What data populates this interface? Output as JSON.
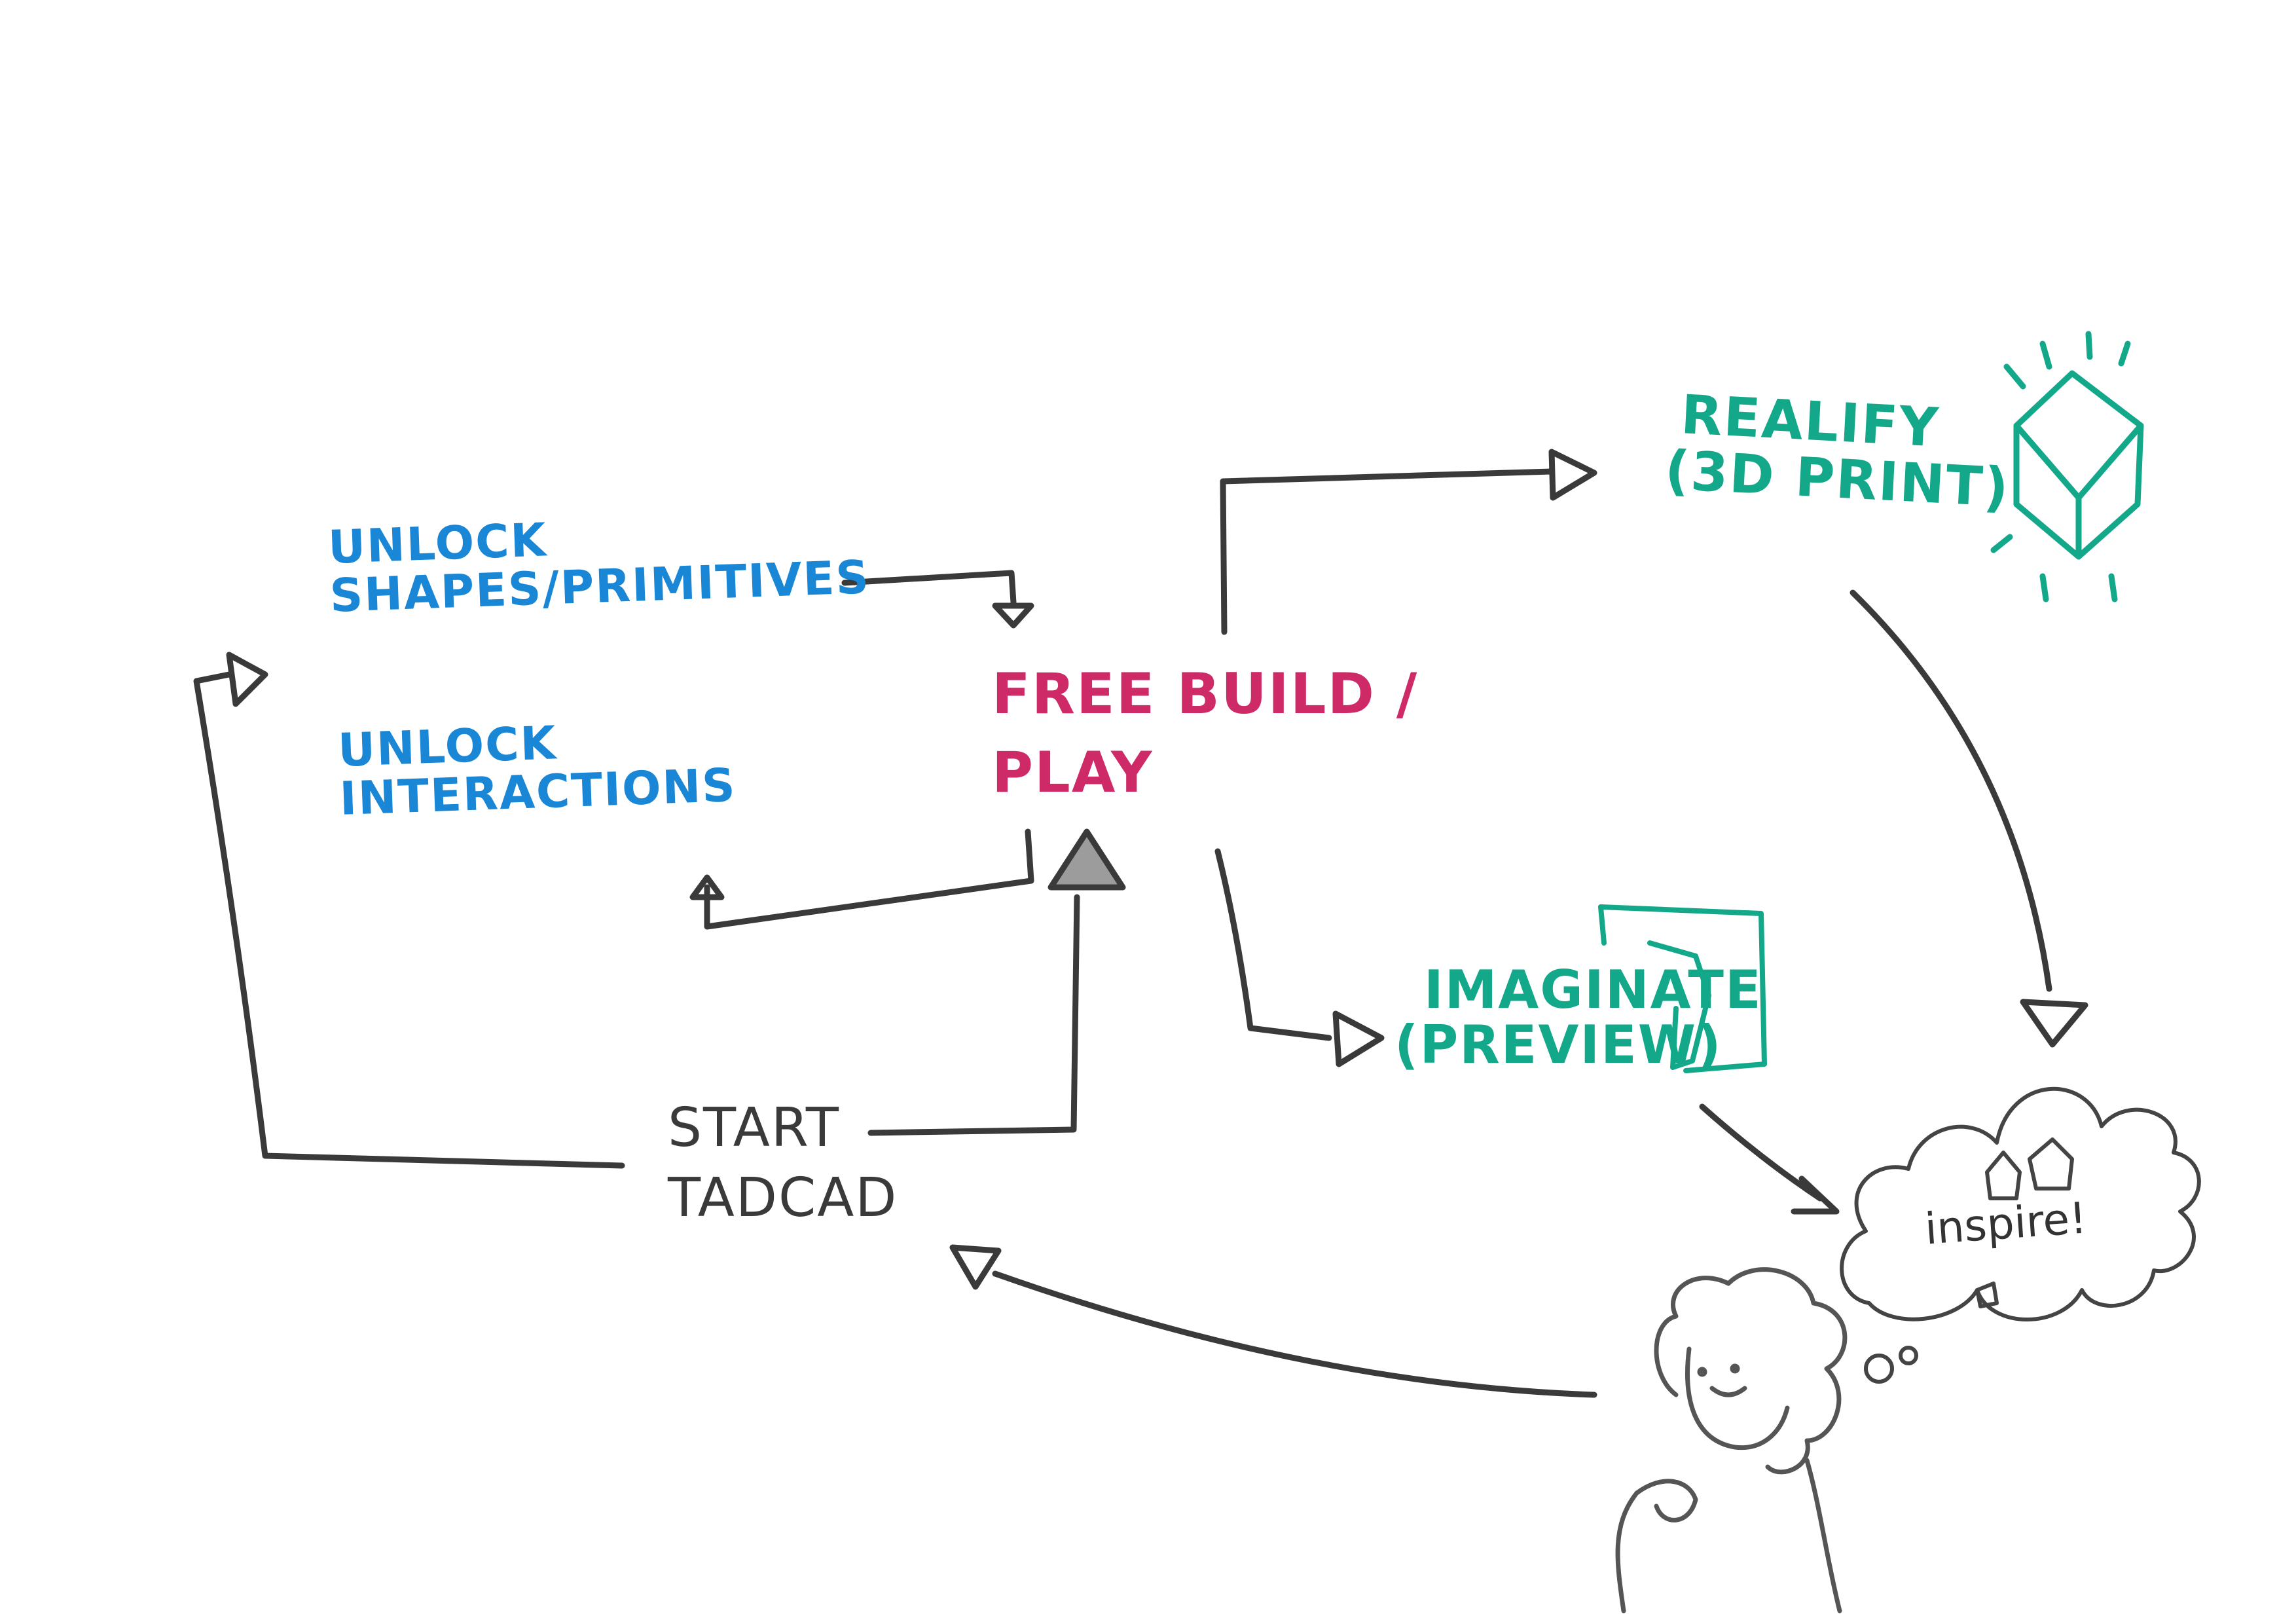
{
  "nodes": {
    "unlock_shapes": [
      "UNLOCK",
      "SHAPES/PRIMITIVES"
    ],
    "unlock_interactions": [
      "UNLOCK",
      "INTERACTIONS"
    ],
    "free_build": [
      "FREE BUILD /",
      "PLAY"
    ],
    "realify": [
      "REALIFY",
      "(3D PRINT)"
    ],
    "imagine": [
      "IMAGINATE",
      "(PREVIEW)"
    ],
    "start": [
      "START",
      "TADCAD"
    ],
    "inspire": "inspire!"
  },
  "colors": {
    "unlock": "#1a86d6",
    "free_build": "#cf2a68",
    "realify": "#13a88a",
    "ink": "#3a3a3a"
  },
  "icons": [
    "cube-glow-icon",
    "cube-preview-icon",
    "thought-cloud-icon",
    "person-icon"
  ]
}
